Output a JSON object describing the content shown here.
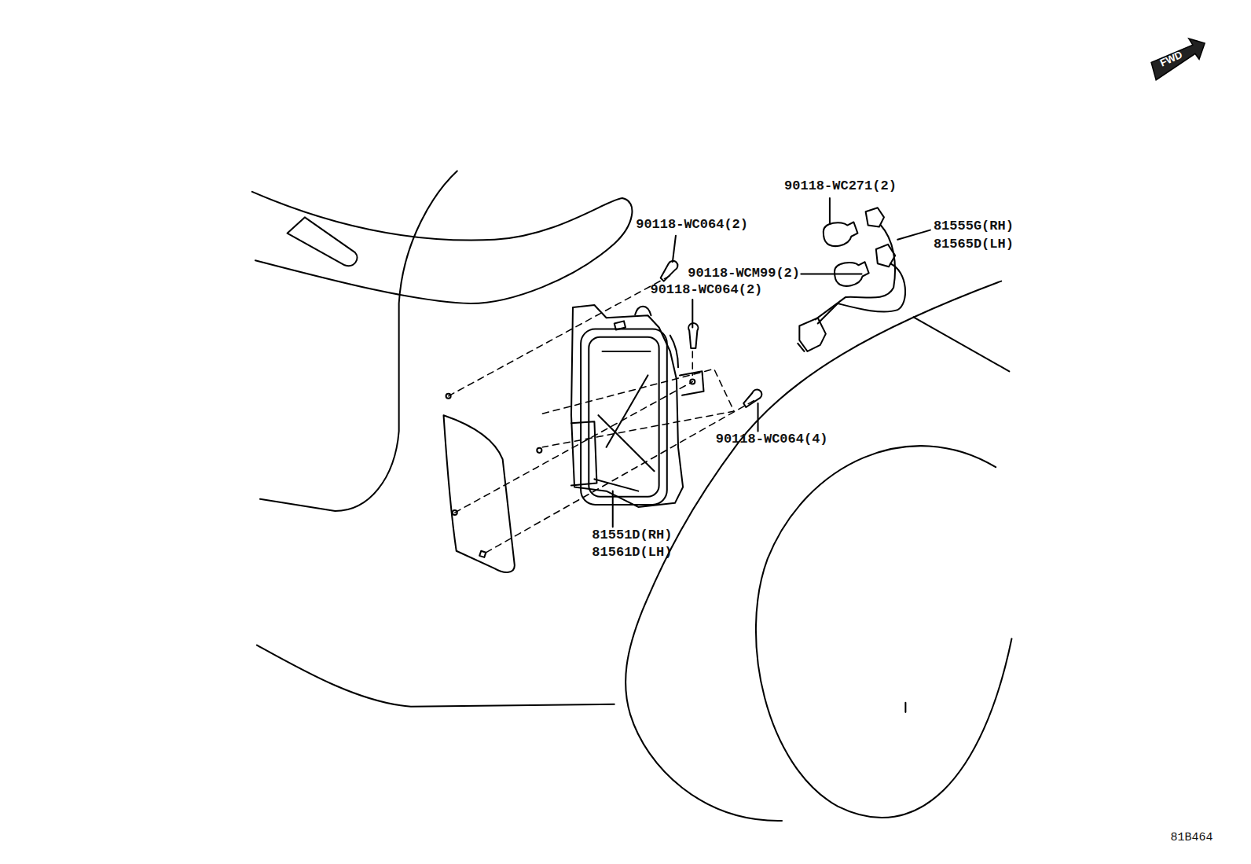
{
  "diagram": {
    "labels": [
      "FWD",
      "90118-WC271(2)",
      "81555G(RH)",
      "81565D(LH)",
      "90118-WC064(2)",
      "90118-WCM99(2)",
      "90118-WC064(2)",
      "90118-WC064(4)",
      "81551D(RH)",
      "81561D(LH)",
      "81B464"
    ]
  }
}
